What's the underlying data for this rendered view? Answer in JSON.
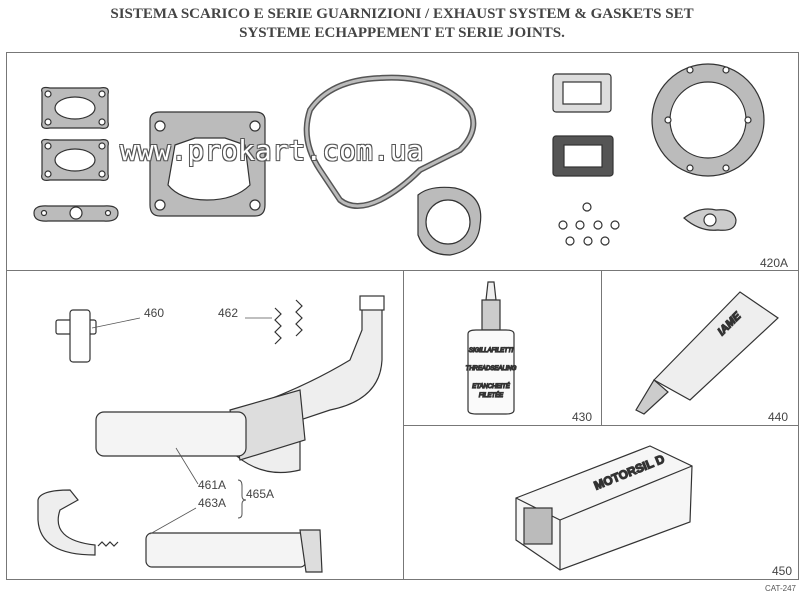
{
  "header": {
    "line1": "SISTEMA SCARICO E SERIE GUARNIZIONI /  EXHAUST SYSTEM  & GASKETS SET",
    "line2": "SYSTEME ECHAPPEMENT ET SERIE JOINTS."
  },
  "watermark": "www.prokart.com.ua",
  "parts": {
    "gaskets_set": "420A",
    "part_460": "460",
    "part_462": "462",
    "part_461a": "461A",
    "part_463a": "463A",
    "part_465a": "465A",
    "thread_sealant": "430",
    "tube": "440",
    "box": "450"
  },
  "bottle_text": {
    "line1": "SIGILLAFILETTI",
    "line2": "THREADSEALING",
    "line3": "ETANCHEITÉ",
    "line4": "FILETÉE"
  },
  "tube_text": "IAME",
  "box_text": "MOTORSIL D",
  "catalog_code": "CAT-247"
}
